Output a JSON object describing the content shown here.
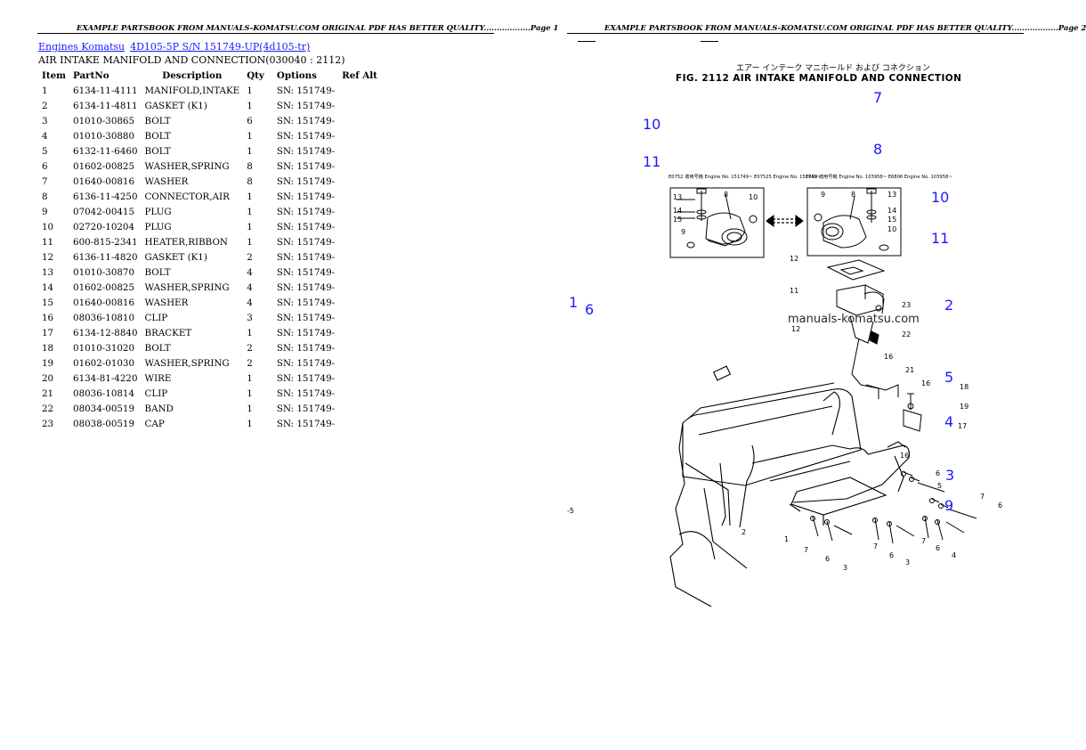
{
  "header": {
    "left": "EXAMPLE PARTSBOOK FROM MANUALS-KOMATSU.COM ORIGINAL PDF HAS BETTER QUALITY..................Page 1",
    "right": "EXAMPLE PARTSBOOK FROM MANUALS-KOMATSU.COM ORIGINAL PDF HAS BETTER QUALITY..................Page 2"
  },
  "breadcrumb": {
    "link1": "Engines Komatsu",
    "link2": "4D105-5P S/N 151749-UP(4d105-tr)"
  },
  "subtitle": "AIR INTAKE MANIFOLD AND CONNECTION(030040 : 2112)",
  "table": {
    "headers": [
      "Item",
      "PartNo",
      "Description",
      "Qty",
      "Options",
      "Ref Alt"
    ],
    "rows": [
      [
        "1",
        "6134-11-4111",
        "MANIFOLD,INTAKE",
        "1",
        "SN: 151749-"
      ],
      [
        "2",
        "6134-11-4811",
        "GASKET (K1)",
        "1",
        "SN: 151749-"
      ],
      [
        "3",
        "01010-30865",
        "BOLT",
        "6",
        "SN: 151749-"
      ],
      [
        "4",
        "01010-30880",
        "BOLT",
        "1",
        "SN: 151749-"
      ],
      [
        "5",
        "6132-11-6460",
        "BOLT",
        "1",
        "SN: 151749-"
      ],
      [
        "6",
        "01602-00825",
        "WASHER,SPRING",
        "8",
        "SN: 151749-"
      ],
      [
        "7",
        "01640-00816",
        "WASHER",
        "8",
        "SN: 151749-"
      ],
      [
        "8",
        "6136-11-4250",
        "CONNECTOR,AIR",
        "1",
        "SN: 151749-"
      ],
      [
        "9",
        "07042-00415",
        "PLUG",
        "1",
        "SN: 151749-"
      ],
      [
        "10",
        "02720-10204",
        "PLUG",
        "1",
        "SN: 151749-"
      ],
      [
        "11",
        "600-815-2341",
        "HEATER,RIBBON",
        "1",
        "SN: 151749-"
      ],
      [
        "12",
        "6136-11-4820",
        "GASKET (K1)",
        "2",
        "SN: 151749-"
      ],
      [
        "13",
        "01010-30870",
        "BOLT",
        "4",
        "SN: 151749-"
      ],
      [
        "14",
        "01602-00825",
        "WASHER,SPRING",
        "4",
        "SN: 151749-"
      ],
      [
        "15",
        "01640-00816",
        "WASHER",
        "4",
        "SN: 151749-"
      ],
      [
        "16",
        "08036-10810",
        "CLIP",
        "3",
        "SN: 151749-"
      ],
      [
        "17",
        "6134-12-8840",
        "BRACKET",
        "1",
        "SN: 151749-"
      ],
      [
        "18",
        "01010-31020",
        "BOLT",
        "2",
        "SN: 151749-"
      ],
      [
        "19",
        "01602-01030",
        "WASHER,SPRING",
        "2",
        "SN: 151749-"
      ],
      [
        "20",
        "6134-81-4220",
        "WIRE",
        "1",
        "SN: 151749-"
      ],
      [
        "21",
        "08036-10814",
        "CLIP",
        "1",
        "SN: 151749-"
      ],
      [
        "22",
        "08034-00519",
        "BAND",
        "1",
        "SN: 151749-"
      ],
      [
        "23",
        "08038-00519",
        "CAP",
        "1",
        "SN: 151749-"
      ]
    ]
  },
  "figure": {
    "jp_title": "エアー インテーク マニホールド および コネクション",
    "title": "FIG. 2112  AIR INTAKE MANIFOLD AND CONNECTION",
    "left_box_note": "E0752  適用号機  Engine No. 151749~  E07525  Engine No. 151749~",
    "right_box_note": "E650  適用号機  Engine No. 103958~  E6806  Engine No. 103958~",
    "watermark": "manuals-komatsu.com",
    "page_mark": "-5",
    "callouts": [
      "7",
      "10",
      "8",
      "11",
      "10",
      "11",
      "1",
      "6",
      "2",
      "5",
      "4",
      "3",
      "9"
    ],
    "labels": [
      "13",
      "8",
      "10",
      "14",
      "15",
      "9",
      "9",
      "8",
      "13",
      "14",
      "15",
      "10",
      "12",
      "11",
      "23",
      "12",
      "22",
      "16",
      "21",
      "16",
      "18",
      "19",
      "17",
      "16",
      "6",
      "5",
      "7",
      "6",
      "2",
      "1",
      "7",
      "6",
      "3",
      "7",
      "6",
      "3",
      "7",
      "6",
      "4"
    ]
  },
  "colors": {
    "link": "#1a1aff",
    "callout": "#1a1aff"
  }
}
